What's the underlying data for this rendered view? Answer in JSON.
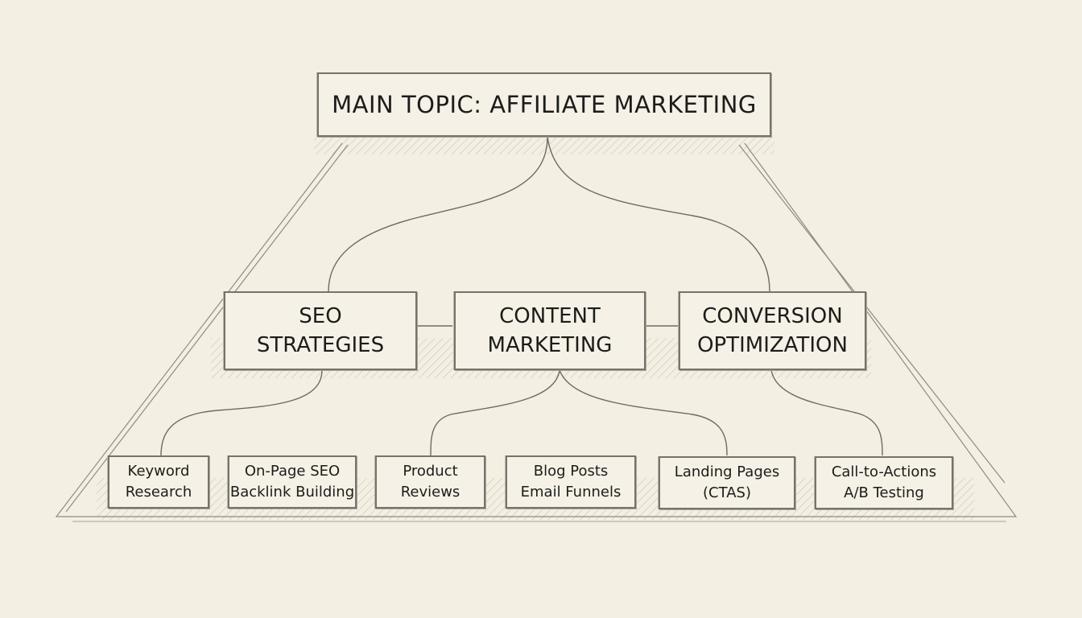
{
  "main_topic": {
    "label": "MAIN TOPIC: AFFILIATE MARKETING"
  },
  "categories": [
    {
      "line1": "SEO",
      "line2": "STRATEGIES"
    },
    {
      "line1": "CONTENT",
      "line2": "MARKETING"
    },
    {
      "line1": "CONVERSION",
      "line2": "OPTIMIZATION"
    }
  ],
  "leaves": [
    {
      "line1": "Keyword",
      "line2": "Research",
      "parent": "SEO STRATEGIES"
    },
    {
      "line1": "On-Page SEO",
      "line2": "Backlink Building",
      "parent": "SEO STRATEGIES"
    },
    {
      "line1": "Product",
      "line2": "Reviews",
      "parent": "CONTENT MARKETING"
    },
    {
      "line1": "Blog Posts",
      "line2": "Email Funnels",
      "parent": "CONTENT MARKETING"
    },
    {
      "line1": "Landing Pages",
      "line2": "(CTAS)",
      "parent": "CONVERSION OPTIMIZATION"
    },
    {
      "line1": "Call-to-Actions",
      "line2": "A/B Testing",
      "parent": "CONVERSION OPTIMIZATION"
    }
  ],
  "colors": {
    "background": "#f3efe3",
    "stroke": "#77736b",
    "text": "#1c1c1a"
  }
}
